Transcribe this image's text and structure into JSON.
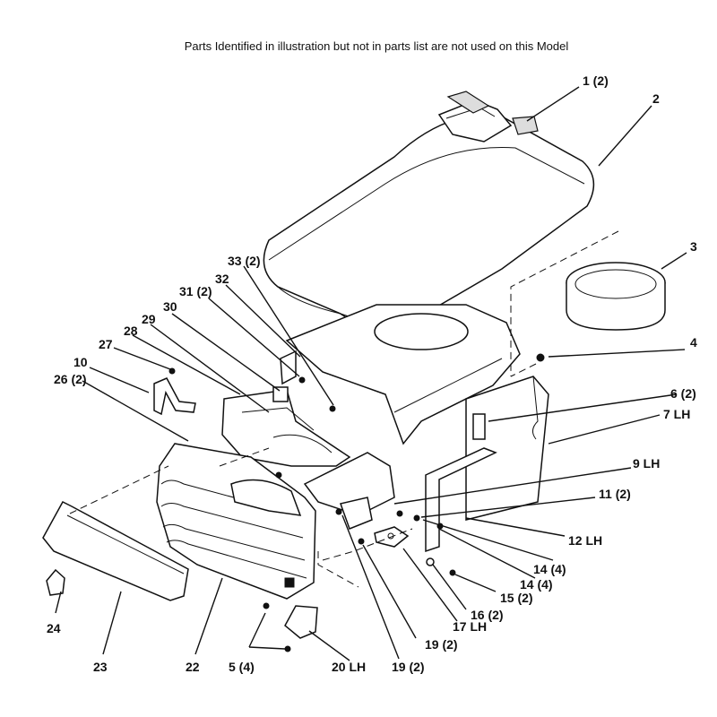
{
  "note": "Parts Identified  in illustration but not in parts list are not used on this Model",
  "callouts": {
    "c1": "1 (2)",
    "c2": "2",
    "c3": "3",
    "c4": "4",
    "c6": "6 (2)",
    "c7": "7 LH",
    "c9": "9 LH",
    "c10": "10",
    "c11": "11 (2)",
    "c12": "12 LH",
    "c14a": "14 (4)",
    "c14b": "14 (4)",
    "c15": "15 (2)",
    "c16": "16 (2)",
    "c17": "17 LH",
    "c19a": "19 (2)",
    "c19b": "19 (2)",
    "c20": "20 LH",
    "c22": "22",
    "c23": "23",
    "c24": "24",
    "c26": "26 (2)",
    "c27": "27",
    "c28": "28",
    "c29": "29",
    "c30": "30",
    "c31": "31 (2)",
    "c32": "32",
    "c33": "33 (2)",
    "c5": "5 (4)"
  }
}
